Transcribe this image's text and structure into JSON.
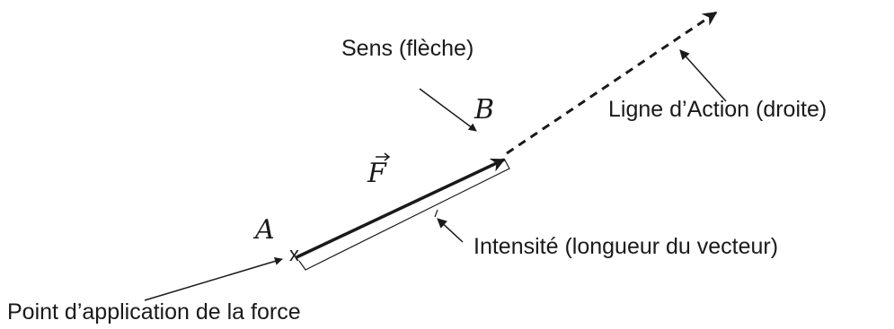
{
  "diagram": {
    "labels": {
      "sens": "Sens (flèche)",
      "ligne_action": "Ligne d’Action (droite)",
      "intensite": "Intensité (longueur du vecteur)",
      "point_application": "Point d’application de la force"
    },
    "points": {
      "a": "A",
      "b": "B",
      "a_marker": "x"
    },
    "vector": {
      "name": "F"
    },
    "colors": {
      "ink": "#1a1a1a",
      "background": "#ffffff"
    }
  }
}
